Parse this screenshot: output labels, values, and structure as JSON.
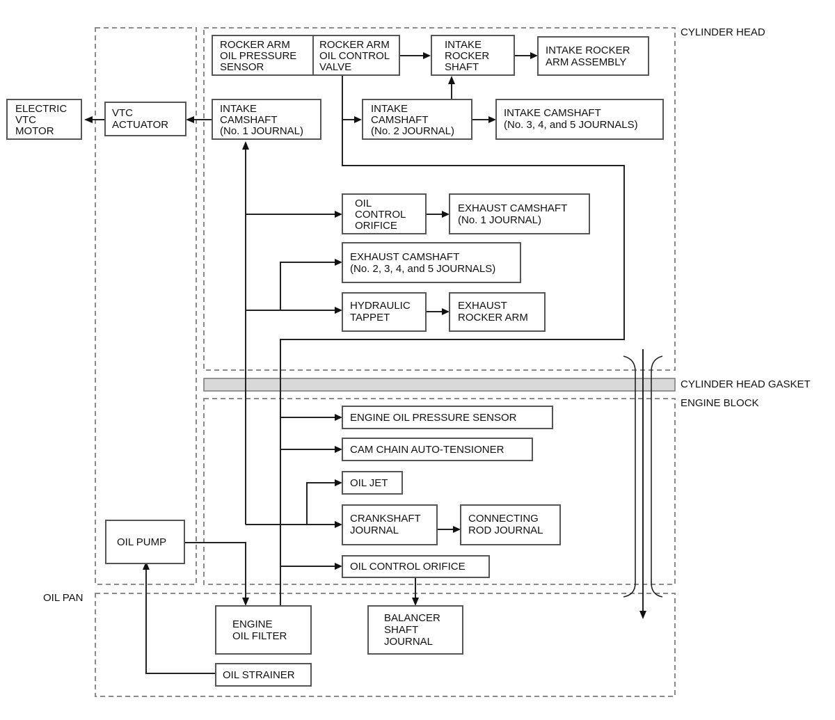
{
  "zones": {
    "cylinder_head": "CYLINDER HEAD",
    "cylinder_head_gasket": "CYLINDER HEAD GASKET",
    "engine_block": "ENGINE BLOCK",
    "oil_pan": "OIL PAN"
  },
  "components": {
    "rocker_arm_oil_pressure_sensor": [
      "ROCKER ARM",
      "OIL PRESSURE",
      "SENSOR"
    ],
    "rocker_arm_oil_control_valve": [
      "ROCKER ARM",
      "OIL CONTROL",
      "VALVE"
    ],
    "intake_rocker_shaft": [
      "INTAKE",
      "ROCKER",
      "SHAFT"
    ],
    "intake_rocker_arm_assembly": [
      "INTAKE ROCKER",
      "ARM ASSEMBLY"
    ],
    "electric_vtc_motor": [
      "ELECTRIC",
      "VTC",
      "MOTOR"
    ],
    "vtc_actuator": [
      "VTC",
      "ACTUATOR"
    ],
    "intake_camshaft_no1": [
      "INTAKE",
      "CAMSHAFT",
      "(No. 1 JOURNAL)"
    ],
    "intake_camshaft_no2": [
      "INTAKE",
      "CAMSHAFT",
      "(No. 2 JOURNAL)"
    ],
    "intake_camshaft_no345": [
      "INTAKE CAMSHAFT",
      "(No. 3, 4, and 5 JOURNALS)"
    ],
    "oil_control_orifice_head": [
      "OIL",
      "CONTROL",
      "ORIFICE"
    ],
    "exhaust_camshaft_no1": [
      "EXHAUST CAMSHAFT",
      "(No. 1 JOURNAL)"
    ],
    "exhaust_camshaft_no2345": [
      "EXHAUST CAMSHAFT",
      "(No. 2, 3, 4, and 5 JOURNALS)"
    ],
    "hydraulic_tappet": [
      "HYDRAULIC",
      "TAPPET"
    ],
    "exhaust_rocker_arm": [
      "EXHAUST",
      "ROCKER ARM"
    ],
    "engine_oil_pressure_sensor": [
      "ENGINE OIL PRESSURE SENSOR"
    ],
    "cam_chain_auto_tensioner": [
      "CAM CHAIN AUTO-TENSIONER"
    ],
    "oil_jet": [
      "OIL JET"
    ],
    "crankshaft_journal": [
      "CRANKSHAFT",
      "JOURNAL"
    ],
    "connecting_rod_journal": [
      "CONNECTING",
      "ROD JOURNAL"
    ],
    "oil_control_orifice_block": [
      "OIL CONTROL ORIFICE"
    ],
    "oil_pump": [
      "OIL PUMP"
    ],
    "engine_oil_filter": [
      "ENGINE",
      "OIL FILTER"
    ],
    "balancer_shaft_journal": [
      "BALANCER",
      "SHAFT",
      "JOURNAL"
    ],
    "oil_strainer": [
      "OIL STRAINER"
    ]
  }
}
